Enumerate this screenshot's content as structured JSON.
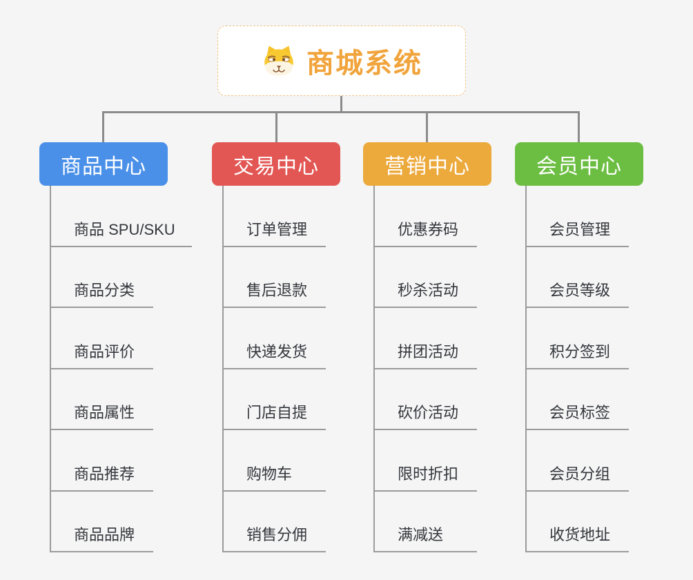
{
  "root": {
    "title": "商城系统",
    "icon": "dog-face-icon"
  },
  "branches": [
    {
      "id": "products",
      "label": "商品中心",
      "color": "#4a90e8",
      "items": [
        "商品 SPU/SKU",
        "商品分类",
        "商品评价",
        "商品属性",
        "商品推荐",
        "商品品牌"
      ]
    },
    {
      "id": "trade",
      "label": "交易中心",
      "color": "#e25754",
      "items": [
        "订单管理",
        "售后退款",
        "快递发货",
        "门店自提",
        "购物车",
        "销售分佣"
      ]
    },
    {
      "id": "marketing",
      "label": "营销中心",
      "color": "#eca93c",
      "items": [
        "优惠券码",
        "秒杀活动",
        "拼团活动",
        "砍价活动",
        "限时折扣",
        "满减送"
      ]
    },
    {
      "id": "members",
      "label": "会员中心",
      "color": "#6cbe43",
      "items": [
        "会员管理",
        "会员等级",
        "积分签到",
        "会员标签",
        "会员分组",
        "收货地址"
      ]
    }
  ],
  "colors": {
    "background": "#f5f5f6",
    "root_title": "#f1a43c",
    "root_border": "#f0c183",
    "connector": "#8b8b8b",
    "leaf_line": "#9a9a9a",
    "leaf_text": "#33363b"
  }
}
